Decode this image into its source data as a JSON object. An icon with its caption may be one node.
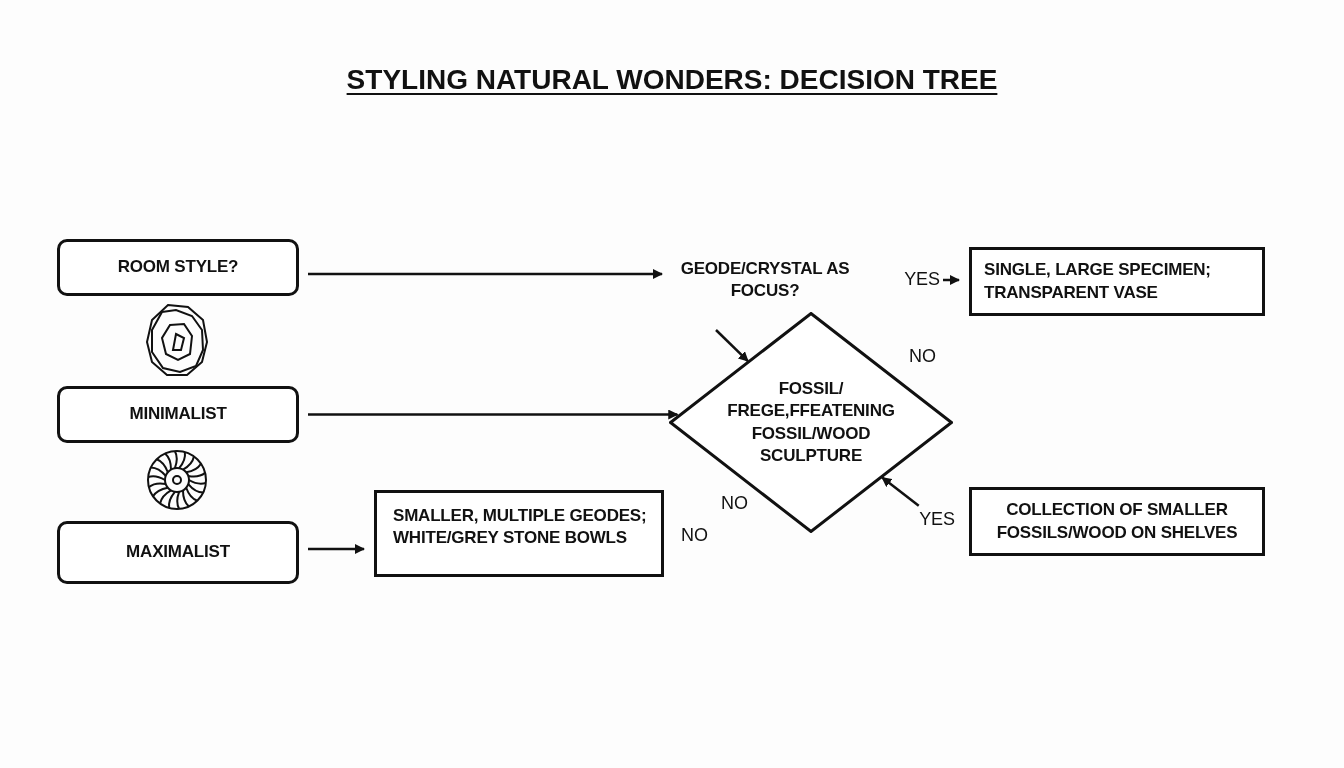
{
  "diagram": {
    "title": "STYLING NATURAL WONDERS: DECISION TREE",
    "nodes": [
      {
        "text": [
          "ROOM STYLE?"
        ]
      },
      {
        "text": [
          "MINIMALIST"
        ]
      },
      {
        "text": [
          "MAXIMALIST"
        ]
      },
      {
        "text": [
          "SMALLER, MULTIPLE GEODES; WHITE/GREY STONE BOWLS"
        ]
      },
      {
        "text": [
          "GEODE/CRYSTAL AS FOCUS?"
        ]
      },
      {
        "text": [
          "FOSSIL/ FREGE,FFEATENING FOSSIL/WOOD SCULPTURE"
        ]
      },
      {
        "text": [
          "SINGLE, LARGE SPECIMEN; TRANSPARENT VASE"
        ]
      },
      {
        "text": [
          "COLLECTION OF SMALLER FOSSILS/WOOD ON SHELVES"
        ]
      },
      {
        "text": [
          "YES"
        ]
      },
      {
        "text": [
          "YES"
        ]
      }
    ],
    "edges": [
      {
        "from": 0,
        "to": 4,
        "arrow": "to"
      },
      {
        "from": 1,
        "to": 5,
        "arrow": "to"
      },
      {
        "from": 2,
        "to": 3,
        "arrow": "to"
      },
      {
        "from": null,
        "to": 5,
        "arrow": "to"
      },
      {
        "from": 8,
        "to": 6,
        "arrow": "to"
      },
      {
        "from": 9,
        "to": 5,
        "arrow": "to"
      }
    ],
    "labels": [
      "NO",
      "NO",
      "NO"
    ]
  }
}
